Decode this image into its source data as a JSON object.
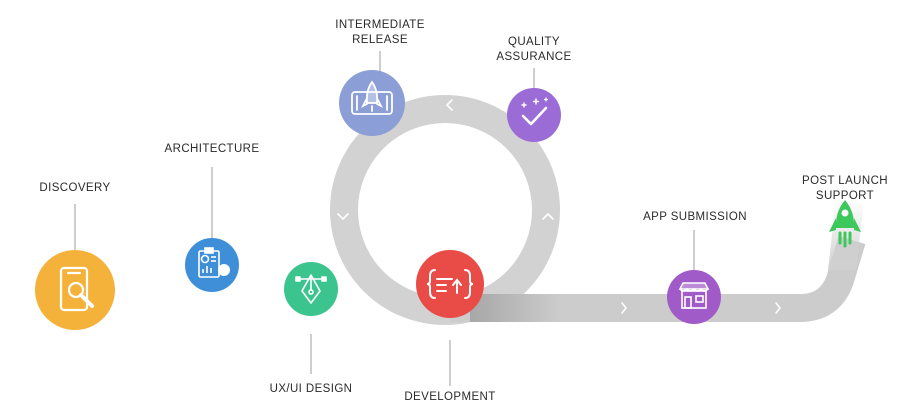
{
  "stages": [
    {
      "key": "discovery",
      "label": "DISCOVERY",
      "color": "#F5B23B",
      "icon": "magnifier-phone-icon"
    },
    {
      "key": "architecture",
      "label": "ARCHITECTURE",
      "color": "#3E8FD8",
      "icon": "clipboard-chart-icon"
    },
    {
      "key": "uxui",
      "label": "UX/UI DESIGN",
      "color": "#3CC48E",
      "icon": "pen-tool-icon"
    },
    {
      "key": "development",
      "label": "DEVELOPMENT",
      "color": "#E94B47",
      "icon": "code-braces-icon"
    },
    {
      "key": "intermediate",
      "label": "INTERMEDIATE\nRELEASE",
      "color": "#8C9ED6",
      "icon": "rocket-phone-icon"
    },
    {
      "key": "qa",
      "label": "QUALITY\nASSURANCE",
      "color": "#9B6BD6",
      "icon": "sparkle-check-icon"
    },
    {
      "key": "submission",
      "label": "APP SUBMISSION",
      "color": "#A05BC8",
      "icon": "store-icon"
    },
    {
      "key": "support",
      "label": "POST LAUNCH\nSUPPORT",
      "color": "#3CC85A",
      "icon": "rocket-icon"
    }
  ],
  "colors": {
    "track": "#cfcfcf",
    "arrow": "#ffffff",
    "connector": "#9a9a9a"
  }
}
